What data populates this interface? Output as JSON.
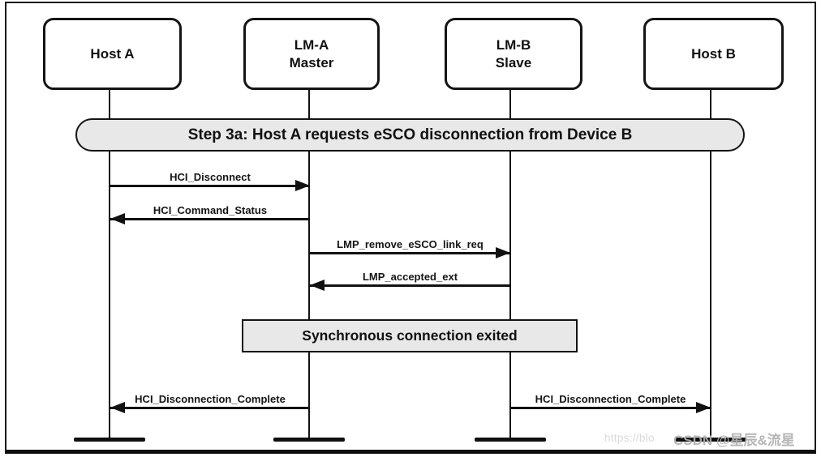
{
  "diagram": {
    "banner_title": "Step 3a: Host A requests eSCO disconnection from Device B",
    "actors": [
      {
        "line1": "Host A",
        "line2": ""
      },
      {
        "line1": "LM-A",
        "line2": "Master"
      },
      {
        "line1": "LM-B",
        "line2": "Slave"
      },
      {
        "line1": "Host B",
        "line2": ""
      }
    ],
    "messages": [
      {
        "label": "HCI_Disconnect",
        "from": "Host A",
        "to": "LM-A Master",
        "direction": "right"
      },
      {
        "label": "HCI_Command_Status",
        "from": "LM-A Master",
        "to": "Host A",
        "direction": "left"
      },
      {
        "label": "LMP_remove_eSCO_link_req",
        "from": "LM-A Master",
        "to": "LM-B Slave",
        "direction": "right"
      },
      {
        "label": "LMP_accepted_ext",
        "from": "LM-B Slave",
        "to": "LM-A Master",
        "direction": "left"
      },
      {
        "label": "HCI_Disconnection_Complete",
        "from": "LM-A Master",
        "to": "Host A",
        "direction": "left"
      },
      {
        "label": "HCI_Disconnection_Complete",
        "from": "LM-B Slave",
        "to": "Host B",
        "direction": "right"
      }
    ],
    "state_box_label": "Synchronous connection exited",
    "colors": {
      "fill_gray": "#e8e8e8",
      "line_black": "#111111",
      "background": "#ffffff"
    }
  },
  "watermark": {
    "url_fragment": "https://blo",
    "credit": "CSDN @星辰&流星"
  }
}
